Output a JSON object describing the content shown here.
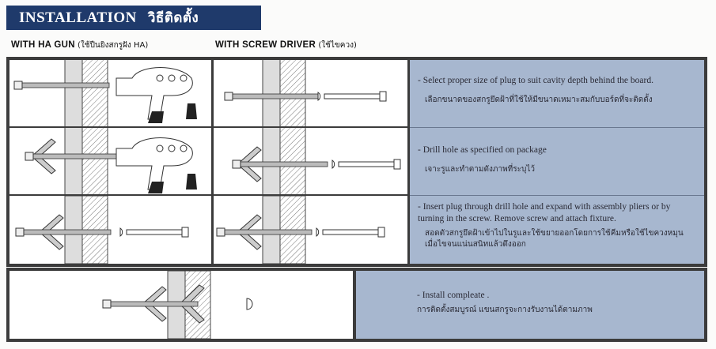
{
  "header": {
    "title": "INSTALLATION",
    "title_thai": "วิธีติดตั้ง"
  },
  "subheads": [
    {
      "bold": "WITH HA GUN",
      "rest": "(ใช้ปืนยิงสกรูฝัง HA)"
    },
    {
      "bold": "WITH SCREW DRIVER",
      "rest": "(ใช้ไขควง)"
    }
  ],
  "steps": [
    {
      "en": "- Select proper size of plug to suit cavity depth behind the board.",
      "th": "เลือกขนาดของสกรูยึดฝ้าที่ใช้ให้มีขนาดเหมาะสมกับบอร์ดที่จะติดตั้ง"
    },
    {
      "en": "- Drill hole as specified on package",
      "th": "เจาะรูและทำตามดังภาพที่ระบุไว้"
    },
    {
      "en": "- Insert plug through drill hole and expand with assembly pliers or by turning in the screw. Remove screw and attach fixture.",
      "th": "สอดตัวสกรูยึดฝ้าเข้าไปในรูและใช้ขยายออกโดยการใช้คีมหรือใช้ไขควงหมุน เมื่อไขจนแน่นสนิทแล้วดึงออก"
    },
    {
      "en": "- Install compleate .",
      "th": "การติดตั้งสมบูรณ์ แขนสกรูจะกางรับงานได้ตามภาพ"
    }
  ],
  "colors": {
    "navy": "#1f3a6b",
    "panel_blue": "#a7b7cf",
    "frame": "#3b3b3b"
  }
}
